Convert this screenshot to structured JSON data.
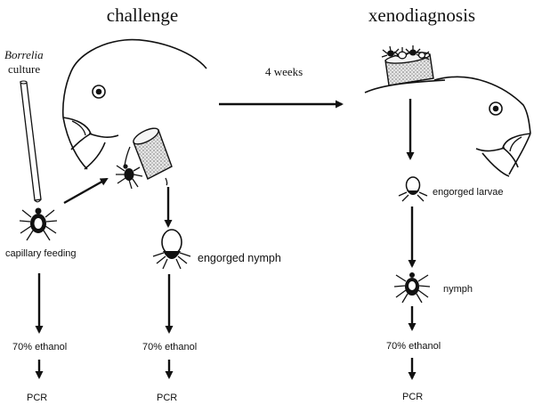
{
  "titles": {
    "left": "challenge",
    "right": "xenodiagnosis"
  },
  "culture": {
    "line1": "Borrelia",
    "line2": "culture"
  },
  "interval": "4 weeks",
  "left_column": {
    "method": "capillary feeding",
    "preservative": "70% ethanol",
    "assay": "PCR"
  },
  "middle_column": {
    "stage": "engorged nymph",
    "preservative": "70% ethanol",
    "assay": "PCR"
  },
  "right_column": {
    "stage1": "engorged larvae",
    "stage2": "nymph",
    "preservative": "70% ethanol",
    "assay": "PCR"
  }
}
